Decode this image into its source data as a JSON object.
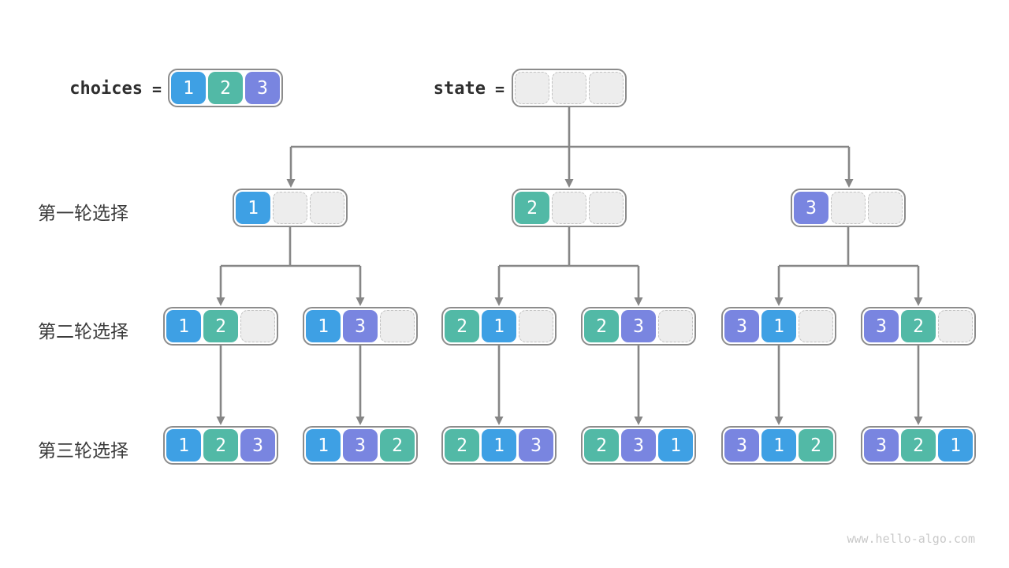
{
  "colors": {
    "c1": "#3ea0e4",
    "c2": "#52b9a6",
    "c3": "#7985e0",
    "line": "#868686",
    "node_border": "#8c8c8c",
    "empty_fill": "#ededed",
    "empty_border": "#c2c2c2",
    "text_dark": "#2e2e2e",
    "watermark": "#c9c9c9"
  },
  "header": {
    "choices": {
      "label": "choices",
      "eq": "=",
      "cells": [
        "1",
        "2",
        "3"
      ]
    },
    "state": {
      "label": "state",
      "eq": "=",
      "cells": [
        "",
        "",
        ""
      ]
    }
  },
  "rows": [
    {
      "label": "第一轮选择",
      "nodes": [
        [
          "1",
          "",
          ""
        ],
        [
          "2",
          "",
          ""
        ],
        [
          "3",
          "",
          ""
        ]
      ]
    },
    {
      "label": "第二轮选择",
      "nodes": [
        [
          "1",
          "2",
          ""
        ],
        [
          "1",
          "3",
          ""
        ],
        [
          "2",
          "1",
          ""
        ],
        [
          "2",
          "3",
          ""
        ],
        [
          "3",
          "1",
          ""
        ],
        [
          "3",
          "2",
          ""
        ]
      ]
    },
    {
      "label": "第三轮选择",
      "nodes": [
        [
          "1",
          "2",
          "3"
        ],
        [
          "1",
          "3",
          "2"
        ],
        [
          "2",
          "1",
          "3"
        ],
        [
          "2",
          "3",
          "1"
        ],
        [
          "3",
          "1",
          "2"
        ],
        [
          "3",
          "2",
          "1"
        ]
      ]
    }
  ],
  "footer": {
    "watermark": "www.hello-algo.com"
  }
}
